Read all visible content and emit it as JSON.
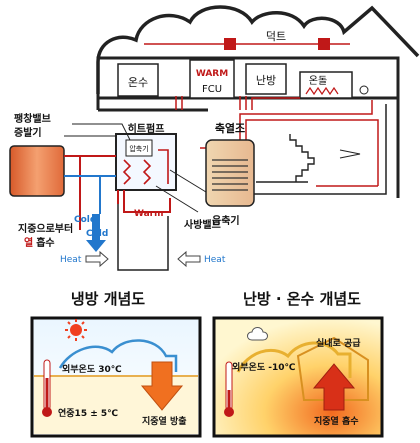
{
  "top": {
    "rooms": {
      "hot_water": "온수",
      "fcu_warm": "WARM",
      "fcu": "FCU",
      "heating": "난방",
      "ondol": "온돌"
    },
    "duct": "덕트",
    "labels": {
      "expansion_valve": "팽창밸브",
      "evaporator": "증발기",
      "heat_pump": "히트펌프",
      "compressor": "압축기",
      "storage_tank": "축열조",
      "condenser": "응축기",
      "four_way_valve": "사방밸브",
      "cold_1": "Cold",
      "cold_2": "Cold",
      "warm": "Warm",
      "heat_left": "Heat",
      "heat_right": "Heat",
      "ground_line1": "지중으로부터",
      "ground_hot": "열",
      "ground_line2": "흡수"
    }
  },
  "panels": {
    "cooling": {
      "title": "냉방 개념도",
      "outdoor_temp": "외부온도 30℃",
      "annual": "연중15 ± 5℃",
      "release": "지중열 방출"
    },
    "heating": {
      "title": "난방 · 온수 개념도",
      "outdoor_temp": "외부온도 -10℃",
      "supply": "실내로 공급",
      "absorb": "지중열 흡수"
    }
  },
  "colors": {
    "warm": "#cc2222",
    "cold": "#2277cc",
    "accent_red": "#e03018",
    "orange": "#f07020",
    "yellow_glow": "#ffe066"
  }
}
